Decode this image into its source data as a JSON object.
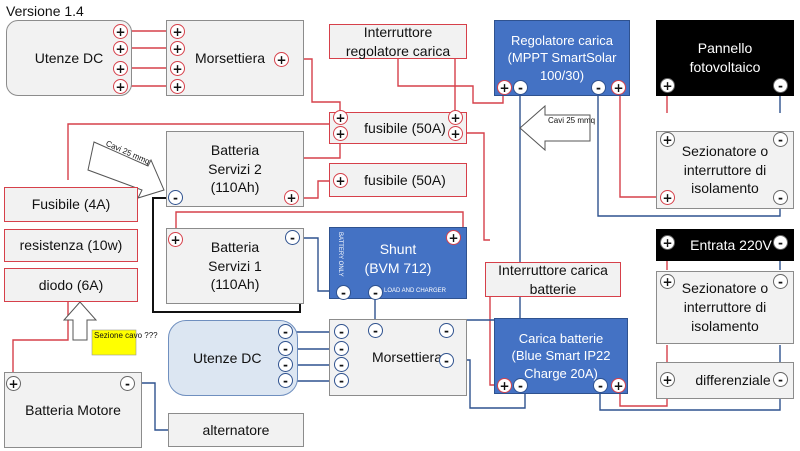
{
  "version": "Versione 1.4",
  "utenze_dc_top": "Utenze DC",
  "morsettiera_top": "Morsettiera",
  "interruttore_regolatore": "Interruttore\nregolatore carica",
  "regolatore_carica": "Regolatore carica\n(MPPT SmartSolar\n100/30)",
  "pannello": "Pannello\nfotovoltaico",
  "fusibile_50a_1": "fusibile (50A)",
  "fusibile_50a_2": "fusibile (50A)",
  "batteria_servizi_2": "Batteria\nServizi 2\n(110Ah)",
  "batteria_servizi_1": "Batteria\nServizi 1\n(110Ah)",
  "cavi_25_left": "Cavi 25\nmmq",
  "cavi_25_right": "Cavi 25\nmmq",
  "fusibile_4a": "Fusibile (4A)",
  "resistenza": "resistenza (10w)",
  "diodo": "diodo (6A)",
  "sezionatore_1": "Sezionatore o\ninterruttore di\nisolamento",
  "entrata_220": "Entrata 220V",
  "sezionatore_2": "Sezionatore o\ninterruttore di\nisolamento",
  "differenziale": "differenziale",
  "shunt_title": "Shunt\n(BVM 712)",
  "shunt_battery_only": "BATTERY ONLY",
  "shunt_load_charger": "LOAD AND CHARGER",
  "interruttore_carica": "Interruttore carica\nbatterie",
  "carica_batterie": "Carica batterie\n(Blue Smart IP22\nCharge 20A)",
  "utenze_dc_bottom": "Utenze DC",
  "morsettiera_bottom": "Morsettiera",
  "sezione_cavo": "Sezione\ncavo ???",
  "batteria_motore": "Batteria Motore",
  "alternatore": "alternatore",
  "plus": "+",
  "minus": "-",
  "colors": {
    "positive_wire": "#d6404a",
    "negative_wire": "#2f528f",
    "device_blue": "#4472c4",
    "box_gray": "#f2f2f2",
    "note_yellow": "#ffff00"
  }
}
